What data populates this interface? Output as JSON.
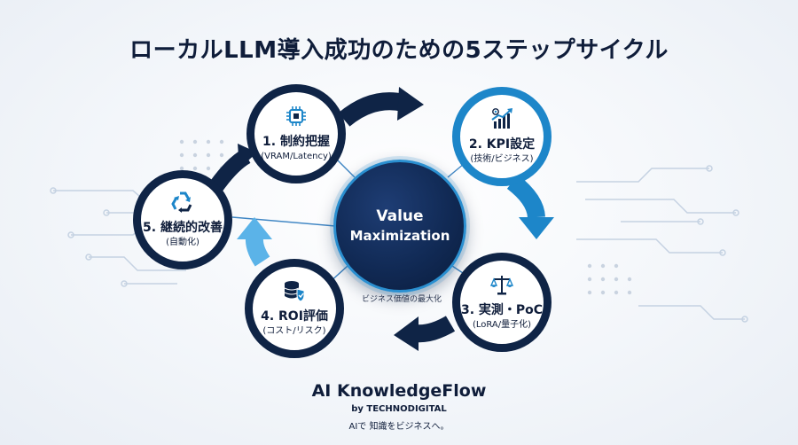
{
  "title": "ローカルLLM導入成功のための5ステップサイクル",
  "center": {
    "line1": "Value",
    "line2": "Maximization"
  },
  "center_caption": "ビジネス価値の最大化",
  "steps": [
    {
      "label": "1. 制約把握",
      "sub": "(VRAM/Latency)",
      "icon": "cpu-chip-icon"
    },
    {
      "label": "2. KPI設定",
      "sub": "(技術/ビジネス)",
      "icon": "growth-chart-icon"
    },
    {
      "label": "3. 実測・PoC",
      "sub": "(LoRA/量子化)",
      "icon": "balance-scale-icon"
    },
    {
      "label": "4. ROI評価",
      "sub": "(コスト/リスク)",
      "icon": "database-shield-icon"
    },
    {
      "label": "5. 継続的改善",
      "sub": "(自動化)",
      "icon": "recycle-icon"
    }
  ],
  "brand": {
    "name": "AI KnowledgeFlow",
    "by": "by TECHNODIGITAL",
    "tagline": "AIで 知識をビジネスへ。"
  },
  "colors": {
    "navy": "#0f2446",
    "blue": "#1d86c9",
    "light_blue": "#5bb3e8",
    "text": "#0f1d3a"
  }
}
